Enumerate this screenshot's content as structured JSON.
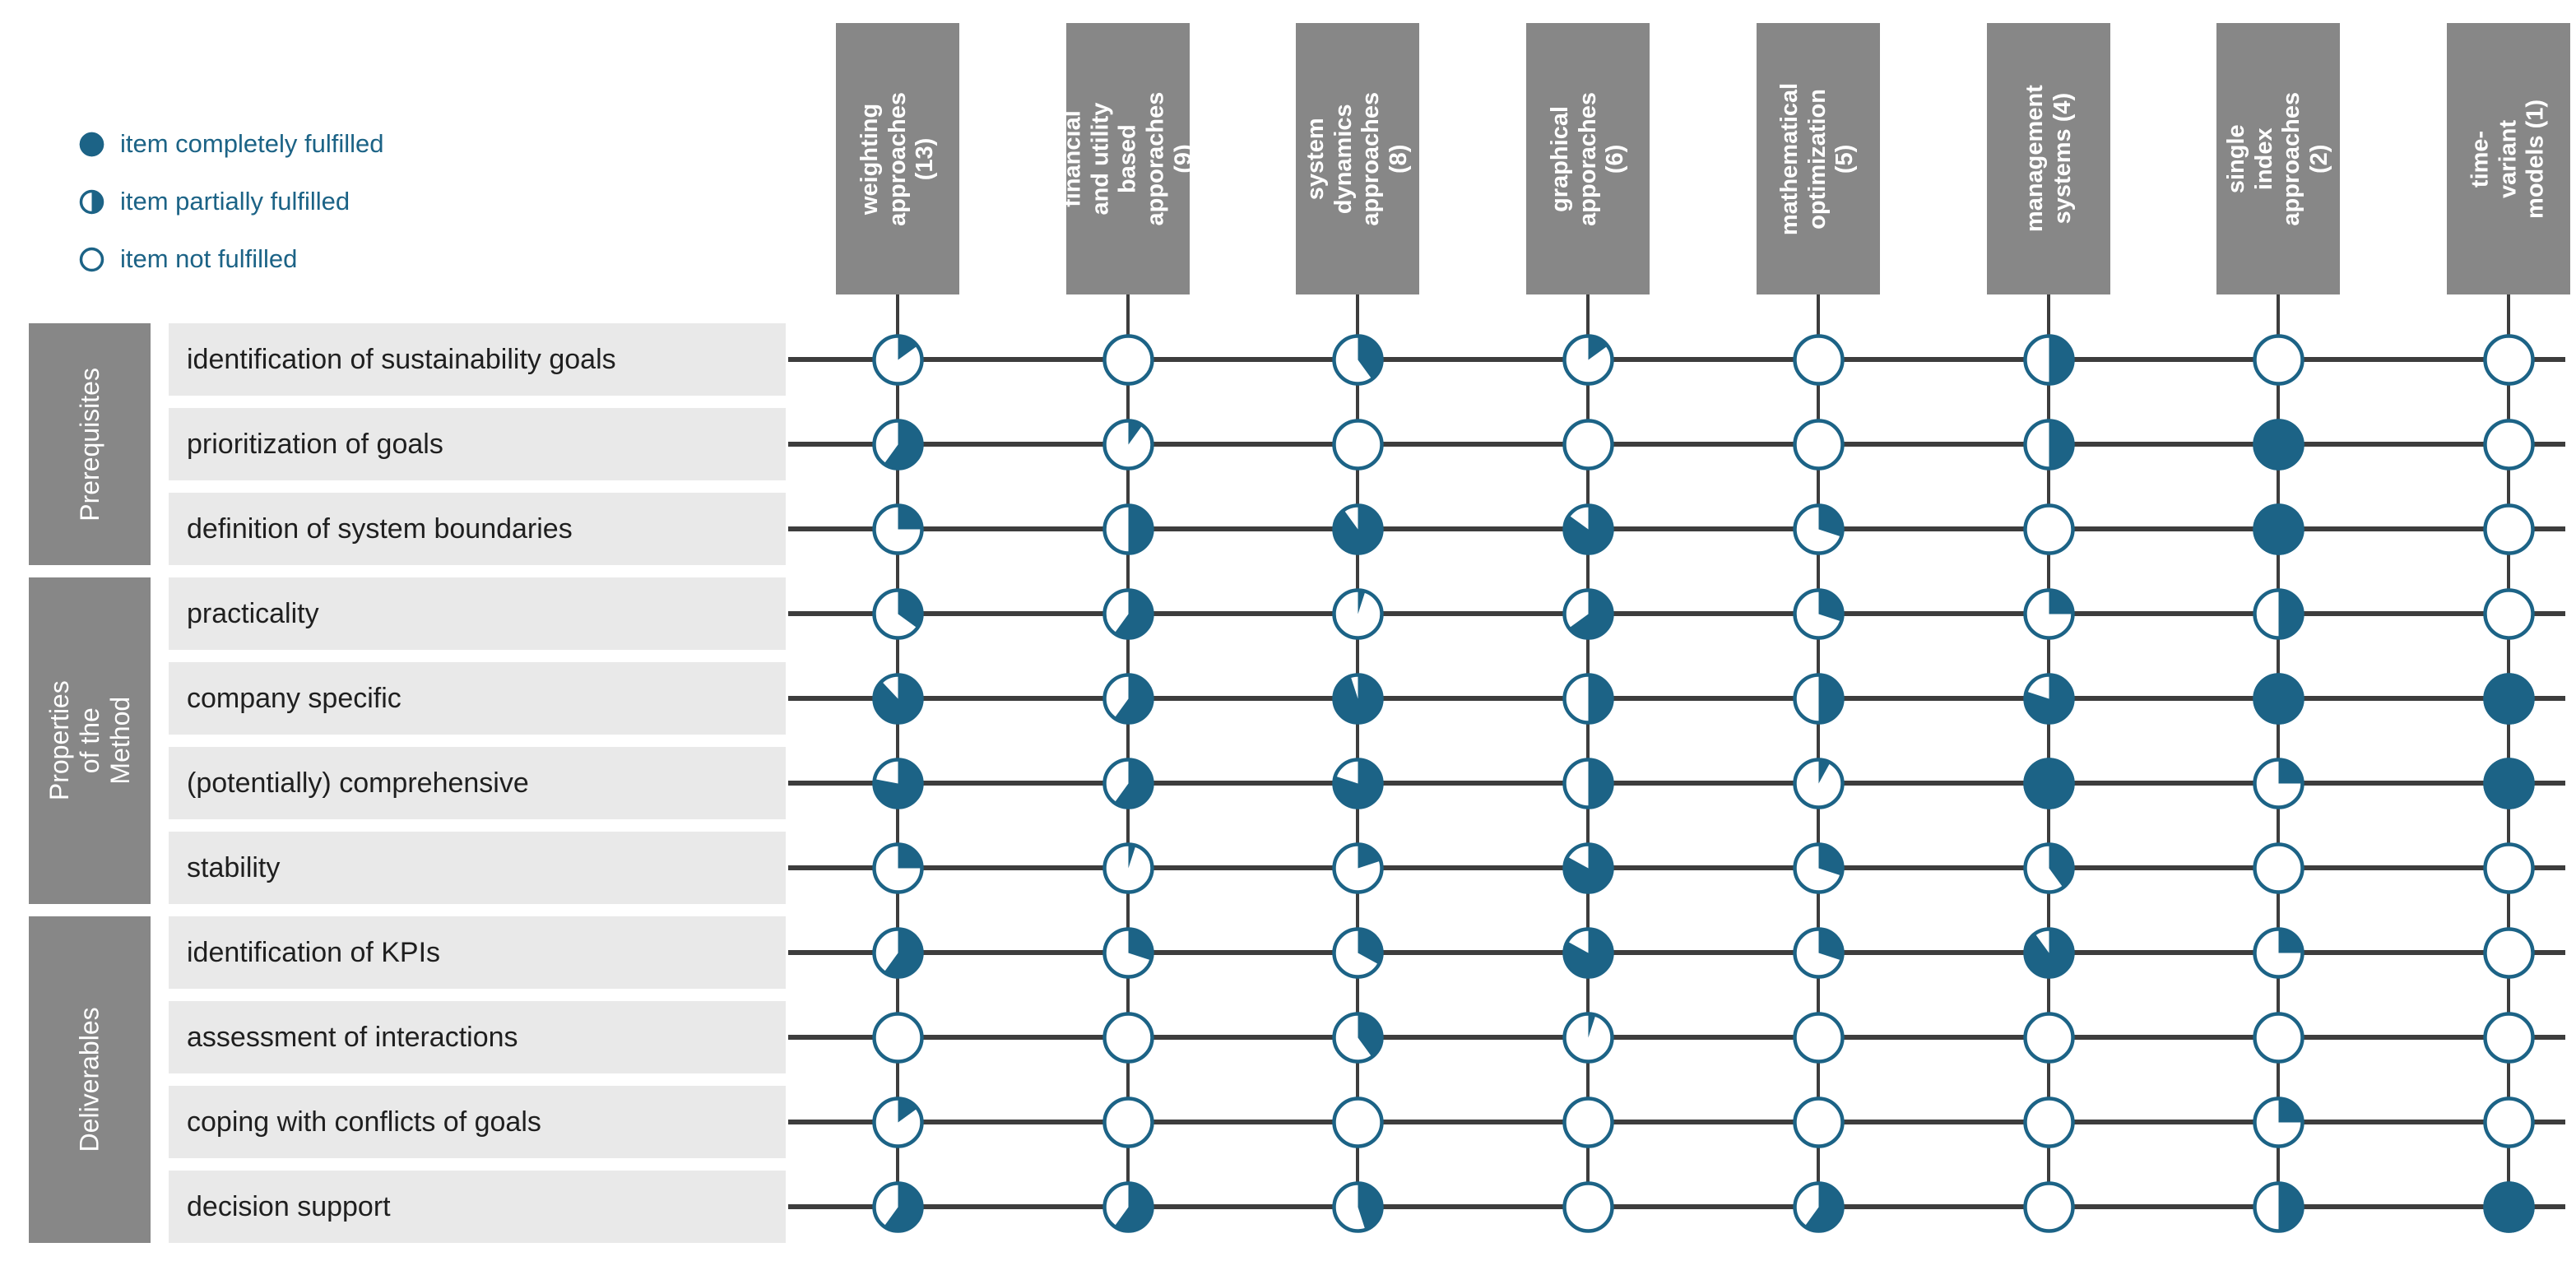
{
  "colors": {
    "accent": "#1c6386",
    "header_bg": "#878787",
    "header_text": "#ffffff",
    "row_band_bg": "#e9e9e9",
    "row_text": "#1f1f1f",
    "line": "#3d3d3d",
    "background": "#ffffff"
  },
  "legend": {
    "items": [
      {
        "label": "item completely fulfilled",
        "fraction": 1
      },
      {
        "label": "item partially fulfilled",
        "fraction": 0.5
      },
      {
        "label": "item not fulfilled",
        "fraction": 0
      }
    ]
  },
  "chart_data": {
    "type": "heatmap",
    "representation": "harvey-ball matrix; each cell circle is filled clockwise from 12 o'clock by the fraction given in values",
    "title": "",
    "columns": [
      "weighting approaches (13)",
      "financial and utility based apporaches (9)",
      "system dynamics approaches (8)",
      "graphical apporaches (6)",
      "mathematical optimization (5)",
      "management systems (4)",
      "single index approaches (2)",
      "time-variant models (1)"
    ],
    "row_groups": [
      {
        "label": "Prerequisites",
        "rows": [
          "identification of sustainability goals",
          "prioritization of goals",
          "definition of system boundaries"
        ]
      },
      {
        "label": "Properties of the Method",
        "rows": [
          "practicality",
          "company specific",
          "(potentially) comprehensive",
          "stability"
        ]
      },
      {
        "label": "Deliverables",
        "rows": [
          "identification of KPIs",
          "assessment of interactions",
          "coping with conflicts of goals",
          "decision support"
        ]
      }
    ],
    "values": [
      [
        0.15,
        0,
        0.4,
        0.15,
        0,
        0.5,
        0,
        0
      ],
      [
        0.6,
        0.1,
        0,
        0,
        0,
        0.5,
        1,
        0
      ],
      [
        0.25,
        0.5,
        0.9,
        0.85,
        0.3,
        0,
        1,
        0
      ],
      [
        0.35,
        0.6,
        0.05,
        0.65,
        0.3,
        0.25,
        0.5,
        0
      ],
      [
        0.88,
        0.6,
        0.95,
        0.5,
        0.5,
        0.8,
        1,
        1
      ],
      [
        0.78,
        0.6,
        0.8,
        0.5,
        0.08,
        1,
        0.25,
        1
      ],
      [
        0.25,
        0.05,
        0.2,
        0.83,
        0.3,
        0.4,
        0,
        0
      ],
      [
        0.6,
        0.3,
        0.33,
        0.83,
        0.3,
        0.9,
        0.25,
        0
      ],
      [
        0,
        0,
        0.4,
        0.05,
        0,
        0,
        0,
        0
      ],
      [
        0.15,
        0,
        0,
        0,
        0,
        0,
        0.25,
        0
      ],
      [
        0.6,
        0.6,
        0.45,
        0,
        0.6,
        0,
        0.5,
        1
      ]
    ],
    "value_legend": {
      "1": "item completely fulfilled",
      "0.5": "item partially fulfilled",
      "0": "item not fulfilled"
    }
  }
}
